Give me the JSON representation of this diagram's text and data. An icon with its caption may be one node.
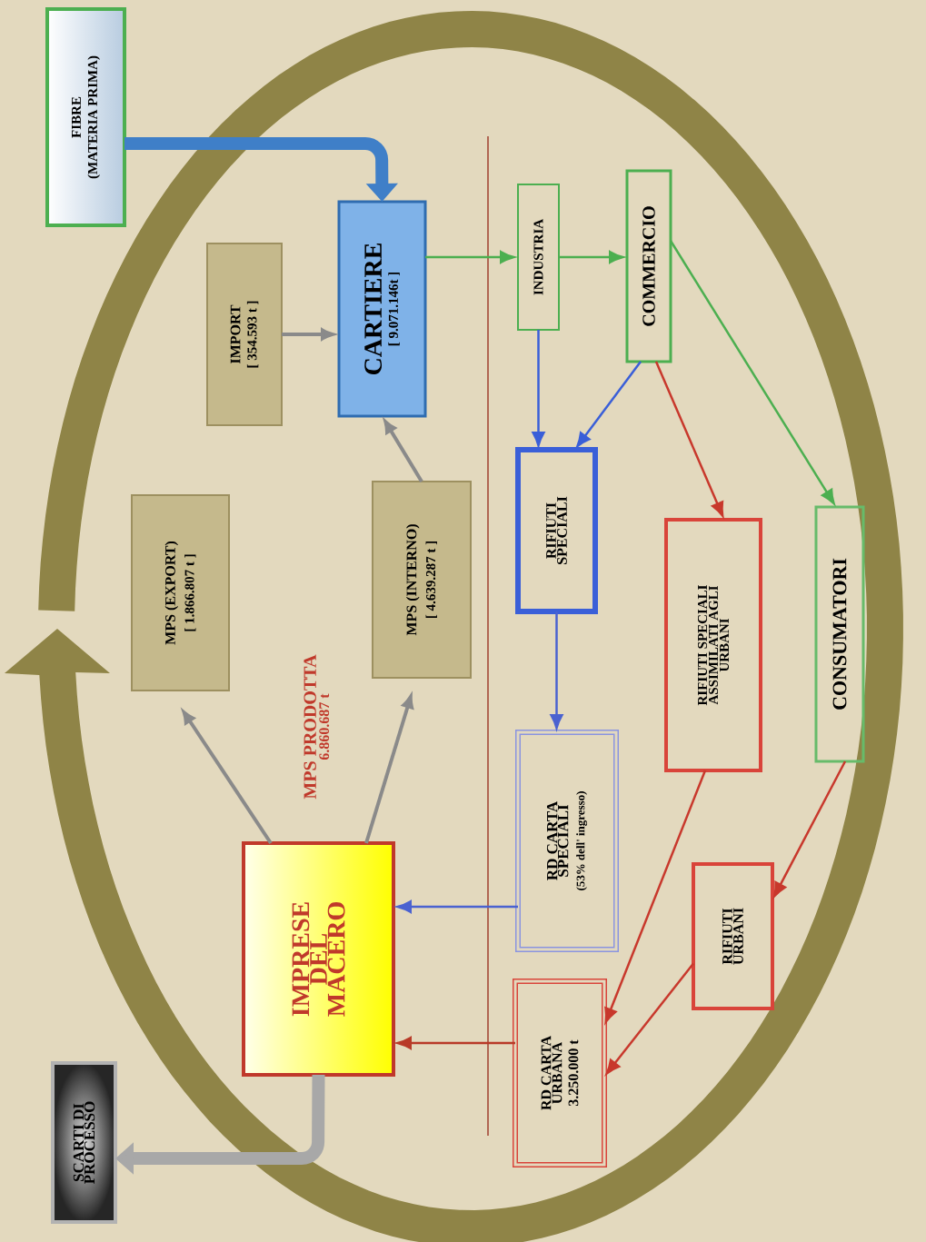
{
  "diagram": {
    "nodes": [
      {
        "text": [
          "FIBRE",
          "(MATERIA PRIMA)"
        ]
      },
      {
        "text": [
          "IMPORT",
          "[ 354.593 t ]"
        ]
      },
      {
        "text": [
          "CARTIERE",
          "[ 9.071.146t ]"
        ]
      },
      {
        "text": [
          "MPS (EXPORT)",
          "[ 1.866.807 t ]"
        ]
      },
      {
        "text": [
          "MPS (INTERNO)",
          "[ 4.639.287 t ]"
        ]
      },
      {
        "text": [
          "IMPRESE DEL MACERO"
        ],
        "beside": [
          "MPS PRODOTTA",
          "6.860.687 t"
        ]
      },
      {
        "text": [
          "SCARTI DI PROCESSO"
        ]
      },
      {
        "text": [
          "INDUSTRIA"
        ]
      },
      {
        "text": [
          "COMMERCIO"
        ]
      },
      {
        "text": [
          "RIFIUTI SPECIALI"
        ]
      },
      {
        "text": [
          "RIFIUTI SPECIALI ASSIMILATI AGLI URBANI"
        ]
      },
      {
        "text": [
          "CONSUMATORI"
        ]
      },
      {
        "text": [
          "RD CARTA SPECIALI",
          "(53% dell' ingresso)"
        ]
      },
      {
        "text": [
          "RIFIUTI URBANI"
        ]
      },
      {
        "text": [
          "RD CARTA URBANA",
          "3.250.000 t"
        ]
      }
    ],
    "edges": [
      {
        "from": 0,
        "to": 2,
        "arrow": "to",
        "style": "thick",
        "color": "#3f7fc8"
      },
      {
        "from": 1,
        "to": 2,
        "arrow": "to",
        "color": "#8a8a8a"
      },
      {
        "from": 4,
        "to": 2,
        "arrow": "to",
        "color": "#8a8a8a"
      },
      {
        "from": 5,
        "to": 3,
        "arrow": "to",
        "color": "#8a8a8a"
      },
      {
        "from": 5,
        "to": 4,
        "arrow": "to",
        "color": "#8a8a8a"
      },
      {
        "from": 5,
        "to": 6,
        "arrow": "to",
        "style": "thick",
        "color": "#a8a8a8"
      },
      {
        "from": 2,
        "to": 7,
        "arrow": "to",
        "color": "#4caf50"
      },
      {
        "from": 7,
        "to": 8,
        "arrow": "to",
        "color": "#4caf50"
      },
      {
        "from": 7,
        "to": 9,
        "arrow": "to",
        "color": "#3a5fd8"
      },
      {
        "from": 8,
        "to": 9,
        "arrow": "to",
        "color": "#3a5fd8"
      },
      {
        "from": 8,
        "to": 10,
        "arrow": "to",
        "color": "#c8382c"
      },
      {
        "from": 8,
        "to": 11,
        "arrow": "to",
        "color": "#4caf50"
      },
      {
        "from": 9,
        "to": 12,
        "arrow": "to",
        "color": "#4a62d0"
      },
      {
        "from": 12,
        "to": 5,
        "arrow": "to",
        "color": "#4a62d0"
      },
      {
        "from": 14,
        "to": 5,
        "arrow": "to",
        "color": "#b83a28"
      },
      {
        "from": 10,
        "to": 14,
        "arrow": "to",
        "color": "#c8382c"
      },
      {
        "from": 11,
        "to": 13,
        "arrow": "to",
        "color": "#c8382c"
      },
      {
        "from": 13,
        "to": 14,
        "arrow": "to",
        "color": "#c8382c"
      }
    ]
  }
}
